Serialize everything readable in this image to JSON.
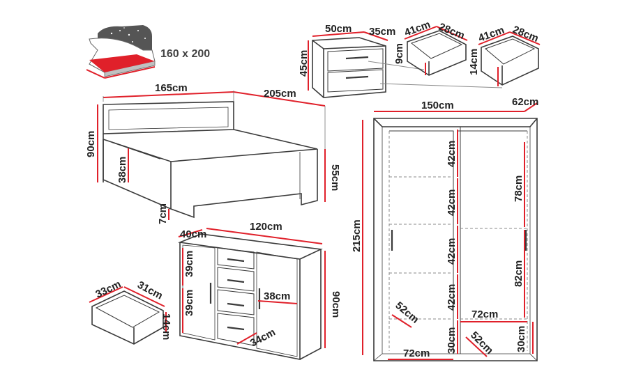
{
  "mattress_size": "160 x 200",
  "colors": {
    "furniture_line": "#3a3a3a",
    "dimension_red": "#e0202a",
    "arrow_gray": "#8a8a8a",
    "mattress_dark": "#555555"
  },
  "bed": {
    "width_label": "165cm",
    "length_label": "205cm",
    "height_label": "90cm",
    "side_height_label": "38cm",
    "front_height_label": "55cm",
    "leg_height_label": "7cm"
  },
  "nightstand": {
    "width_label": "50cm",
    "depth_label": "35cm",
    "height_label": "45cm",
    "drawer1_width_label": "41cm",
    "drawer1_depth_label": "28cm",
    "drawer1_height_label": "9cm",
    "drawer2_width_label": "41cm",
    "drawer2_depth_label": "28cm",
    "drawer2_height_label": "14cm"
  },
  "dresser": {
    "depth_label": "40cm",
    "width_label": "120cm",
    "shelf1_label": "39cm",
    "shelf2_label": "39cm",
    "inner_depth_label": "38cm",
    "drawer_width_label": "34cm",
    "height_label": "90cm"
  },
  "dresser_drawer": {
    "width_label": "33cm",
    "depth_label": "31cm",
    "height_label": "14cm"
  },
  "wardrobe": {
    "width_label": "150cm",
    "depth_label": "62cm",
    "height_label": "215cm",
    "shelf_labels": [
      "42cm",
      "42cm",
      "42cm",
      "42cm"
    ],
    "upper_right_label": "78cm",
    "lower_right_label": "82cm",
    "left_shelf_depth_label": "52cm",
    "right_shelf_width_label": "72cm",
    "bottom_left_width_label": "72cm",
    "bottom_left_height_label": "30cm",
    "bottom_depth_label": "52cm",
    "bottom_right_height_label": "30cm"
  }
}
